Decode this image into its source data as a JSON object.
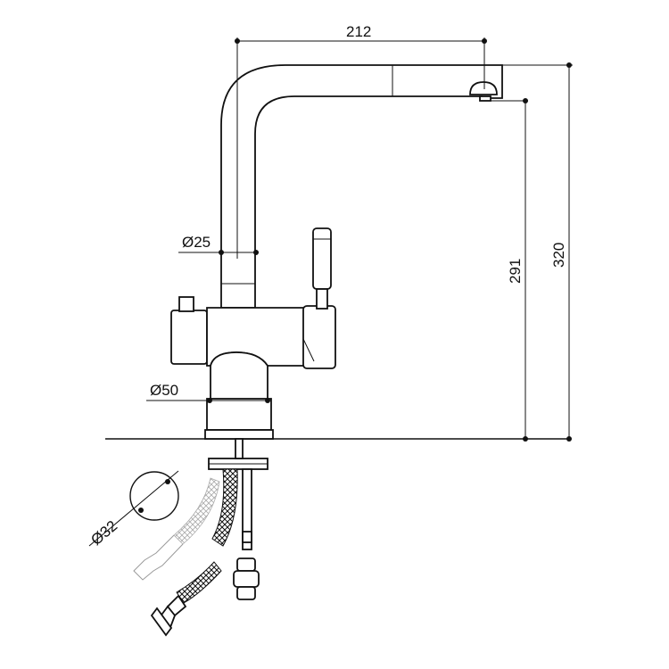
{
  "dimensions": {
    "spout_reach": "212",
    "total_height": "320",
    "spout_height": "291",
    "column_diameter": "Ø25",
    "base_diameter": "Ø50",
    "hole_diameter": "Ø32"
  }
}
